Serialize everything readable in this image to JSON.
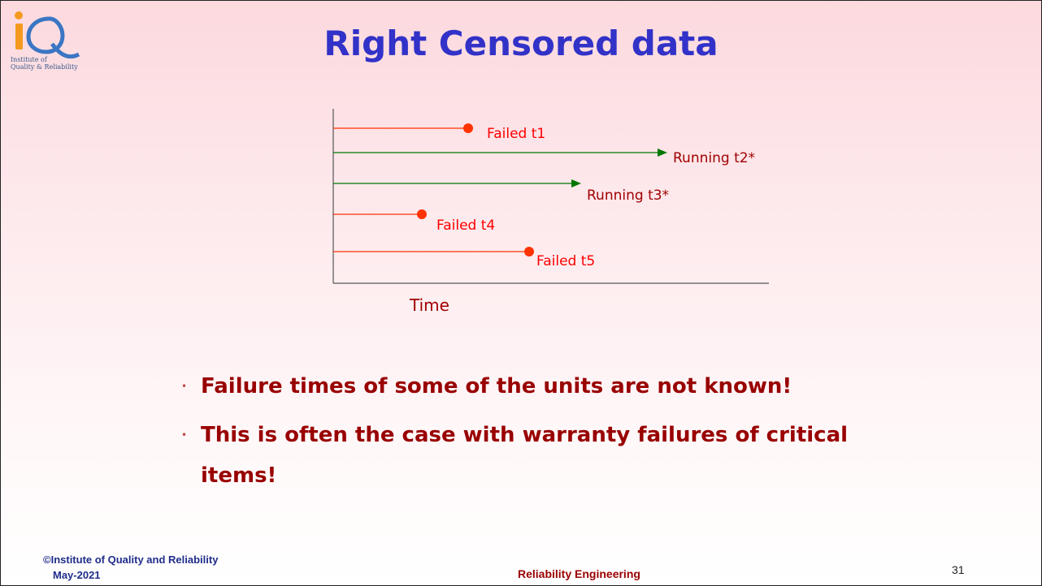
{
  "slide": {
    "title": "Right Censored data",
    "logo_caption_line1": "Institute of",
    "logo_caption_line2": "Quality & Reliability",
    "colors": {
      "title": "#3232c8",
      "failed": "#ff3300",
      "running": "#007700",
      "bullet_text": "#990000",
      "footer_blue": "#1f2d8a"
    }
  },
  "diagram": {
    "axis_label": "Time",
    "lines": [
      {
        "status": "failed",
        "label": "Failed t1",
        "end_marker": "dot"
      },
      {
        "status": "running",
        "label": "Running t2*",
        "end_marker": "arrow"
      },
      {
        "status": "running",
        "label": "Running t3*",
        "end_marker": "arrow"
      },
      {
        "status": "failed",
        "label": "Failed t4",
        "end_marker": "dot"
      },
      {
        "status": "failed",
        "label": "Failed t5",
        "end_marker": "dot"
      }
    ]
  },
  "bullets": [
    "Failure times of some of the units are not known!",
    "This is often the case with warranty failures of critical items!"
  ],
  "footer": {
    "copyright": "©Institute of Quality and Reliability",
    "date": "May-2021",
    "course": "Reliability Engineering",
    "page_number": "31"
  }
}
